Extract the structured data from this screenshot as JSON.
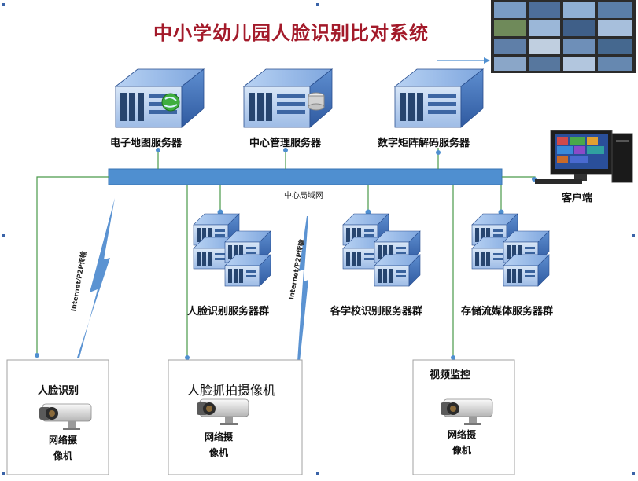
{
  "title": "中小学幼儿园人脸识别比对系统",
  "servers": {
    "map": "电子地图服务器",
    "mgmt": "中心管理服务器",
    "matrix": "数字矩阵解码服务器"
  },
  "client": "客户端",
  "lan": "中心局域网",
  "transfer": "Internet/P2P传输",
  "clusters": {
    "face": "人脸识别服务器群",
    "school": "各学校识别服务器群",
    "storage": "存储流媒体服务器群"
  },
  "sites": [
    {
      "title": "人脸识别",
      "cam1": "网络摄",
      "cam2": "像机"
    },
    {
      "title": "人脸抓拍摄像机",
      "cam1": "网络摄",
      "cam2": "像机"
    },
    {
      "title": "视频监控",
      "cam1": "网络摄",
      "cam2": "像机"
    }
  ]
}
